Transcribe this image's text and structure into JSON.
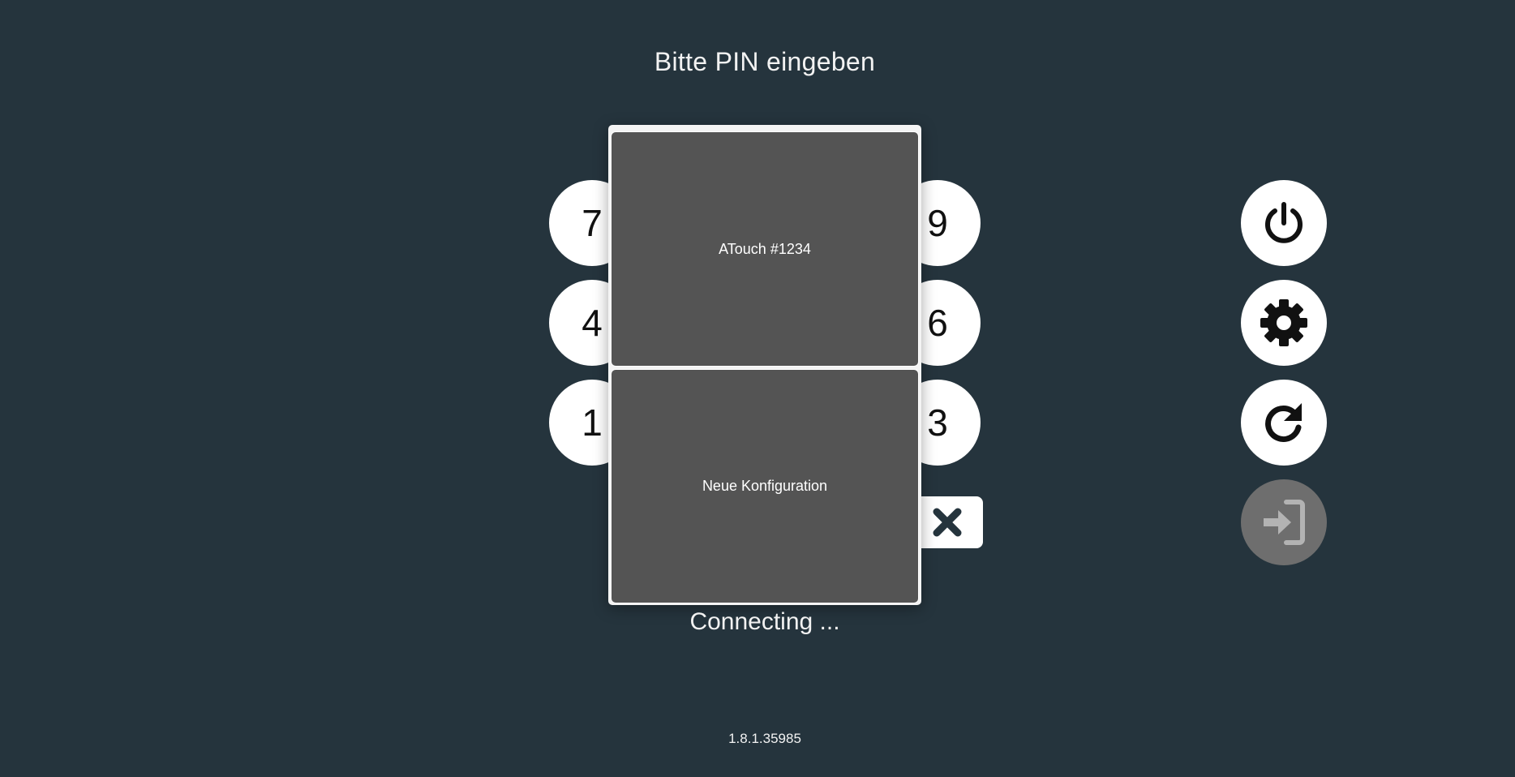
{
  "header": {
    "title": "Bitte PIN eingeben"
  },
  "keypad": {
    "keys": [
      "7",
      "9",
      "4",
      "6",
      "1",
      "3"
    ],
    "clear_icon": "close-icon"
  },
  "popup": {
    "options": [
      "ATouch #1234",
      "Neue Konfiguration"
    ]
  },
  "status": {
    "text": "Connecting ..."
  },
  "footer": {
    "version": "1.8.1.35985"
  },
  "side_actions": [
    {
      "icon": "power-icon",
      "enabled": true
    },
    {
      "icon": "gear-icon",
      "enabled": true
    },
    {
      "icon": "refresh-icon",
      "enabled": true
    },
    {
      "icon": "login-icon",
      "enabled": false
    }
  ],
  "colors": {
    "background": "#25343d",
    "button": "#ffffff",
    "button_disabled": "#6e6e6e",
    "option_background": "#545454"
  }
}
